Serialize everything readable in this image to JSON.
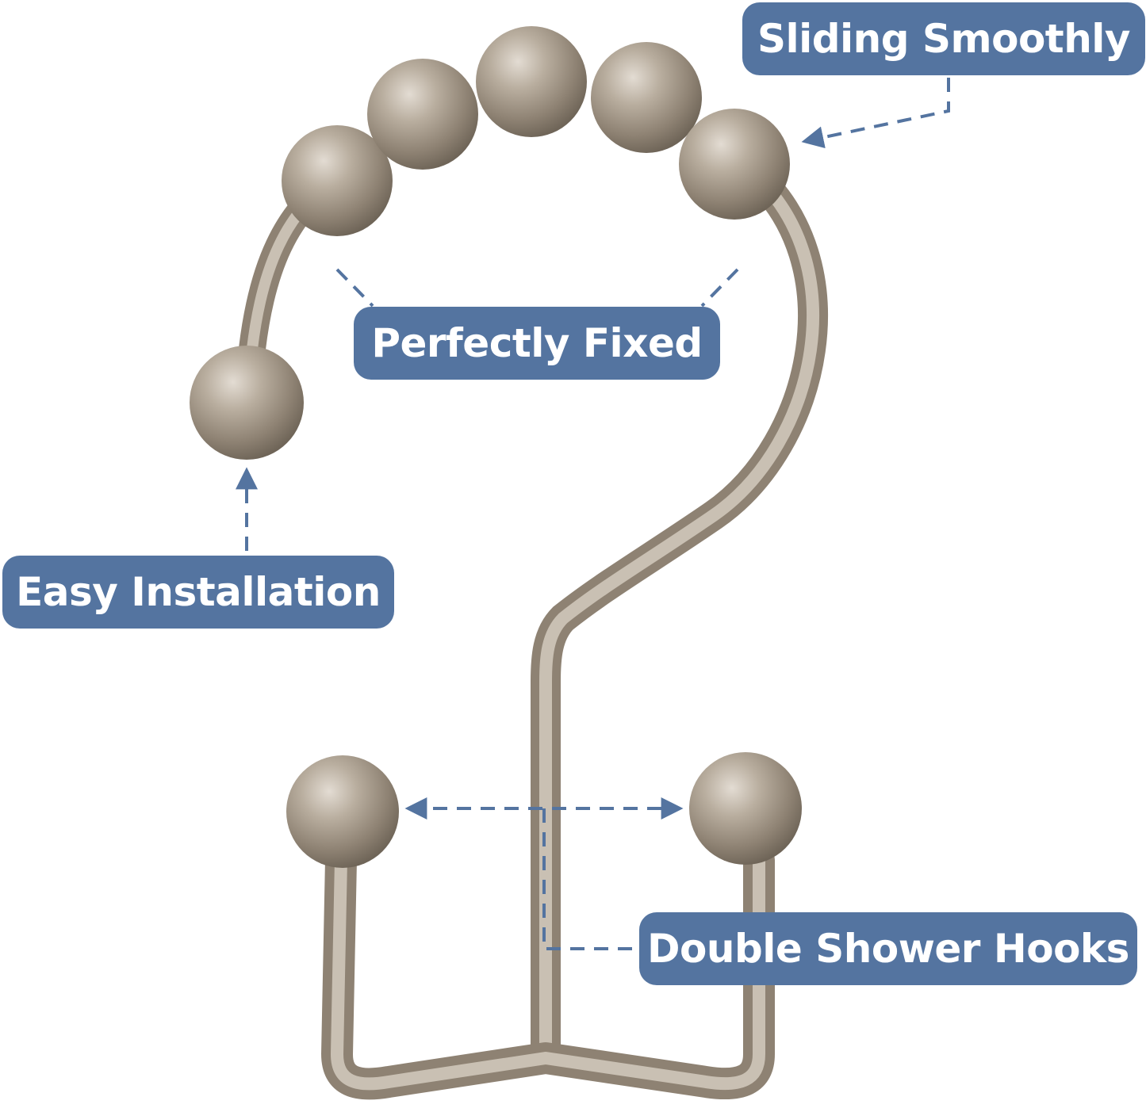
{
  "labels": {
    "sliding_smoothly": "Sliding Smoothly",
    "perfectly_fixed": "Perfectly Fixed",
    "easy_installation": "Easy Installation",
    "double_shower_hooks": "Double Shower Hooks"
  },
  "colors": {
    "label_background": "#5474a0",
    "label_text": "#ffffff",
    "metal": "#a89c8e",
    "dashed_line": "#5474a0"
  },
  "product": {
    "icon": "shower-curtain-hook-icon",
    "roller_ball_count": 6
  }
}
